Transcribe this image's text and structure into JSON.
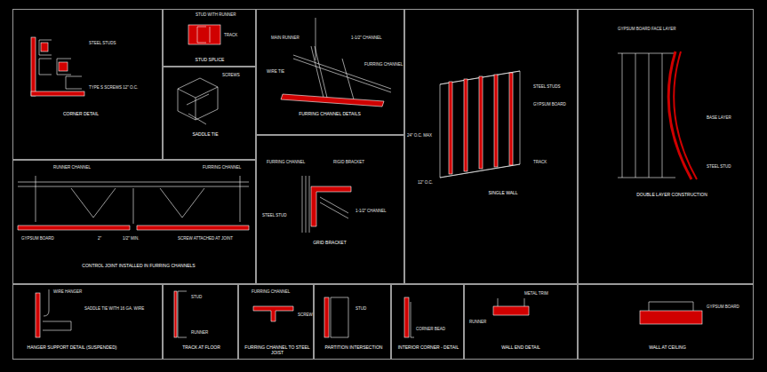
{
  "diagram": {
    "nodes": [
      {
        "text": [
          "CORNER DETAIL"
        ]
      },
      {
        "text": [
          "STUD SPLICE"
        ]
      },
      {
        "text": [
          "SADDLE TIE"
        ]
      },
      {
        "text": [
          "FURRING CHANNEL DETAILS"
        ]
      },
      {
        "text": [
          "CONTROL JOINT INSTALLED IN FURRING CHANNELS"
        ]
      },
      {
        "text": [
          "GRID BRACKET"
        ]
      },
      {
        "text": [
          "SINGLE WALL"
        ]
      },
      {
        "text": [
          "DOUBLE LAYER CONSTRUCTION"
        ]
      },
      {
        "text": [
          "HANGER SUPPORT DETAIL (SUSPENDED)"
        ]
      },
      {
        "text": [
          "TRACK AT FLOOR"
        ]
      },
      {
        "text": [
          "FURRING CHANNEL TO STEEL JOIST"
        ]
      },
      {
        "text": [
          "PARTITION INTERSECTION"
        ]
      },
      {
        "text": [
          "INTERIOR CORNER - DETAIL"
        ]
      },
      {
        "text": [
          "WALL END DETAIL"
        ]
      },
      {
        "text": [
          "WALL AT CEILING"
        ]
      }
    ],
    "labels": [
      "STEEL STUDS",
      "TYPE S SCREWS 12\" O.C.",
      "STUD WITH RUNNER",
      "TRACK",
      "SCREWS",
      "MAIN RUNNER",
      "1-1/2\" CHANNEL",
      "FURRING CHANNEL",
      "WIRE TIE",
      "RUNNER CHANNEL",
      "FURRING CHANNEL",
      "GYPSUM BOARD",
      "2\"",
      "1/2\" MIN.",
      "SCREW ATTACHED AT JOINT",
      "FURRING CHANNEL",
      "RIGID BRACKET",
      "STEEL STUD",
      "1-1/2\" CHANNEL",
      "STEEL STUDS",
      "GYPSUM BOARD",
      "TRACK",
      "24\" O.C. MAX",
      "12\" O.C.",
      "GYPSUM BOARD FACE LAYER",
      "BASE LAYER",
      "STEEL STUD",
      "WIRE HANGER",
      "SADDLE TIE WITH 16 GA. WIRE",
      "STUD",
      "RUNNER",
      "FURRING CHANNEL",
      "SCREW",
      "STUD",
      "CORNER BEAD",
      "METAL TRIM",
      "RUNNER",
      "GYPSUM BOARD"
    ]
  }
}
